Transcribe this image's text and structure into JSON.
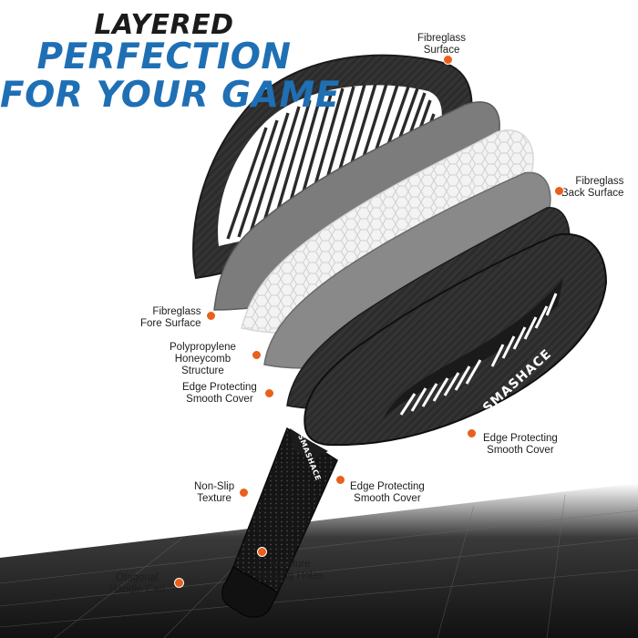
{
  "headline": {
    "line1": "LAYERED",
    "line2": "PERFECTION",
    "line3": "FOR YOUR GAME"
  },
  "brand": {
    "face_logo": "SMASHACE",
    "handle_logo": "SMASHACE"
  },
  "callouts": {
    "fibreglass_surface": [
      "Fibreglass",
      "Surface"
    ],
    "fibreglass_back": [
      "Fibreglass",
      "Back Surface"
    ],
    "fibreglass_fore": [
      "Fibreglass",
      "Fore Surface"
    ],
    "honeycomb": [
      "Polypropylene",
      "Honeycomb",
      "Structure"
    ],
    "edge_cover_left": [
      "Edge Protecting",
      "Smooth Cover"
    ],
    "edge_cover_right": [
      "Edge Protecting",
      "Smooth Cover"
    ],
    "non_slip": [
      "Non-Slip",
      "Texture"
    ],
    "edge_cover_handle": [
      "Edge Protecting",
      "Smooth Cover"
    ],
    "moisture": [
      "Moisture",
      "Wicking Holes"
    ],
    "handle_cap": [
      "Otagonal",
      "Handle Cap"
    ]
  },
  "colors": {
    "headline_dark": "#1b1b1b",
    "headline_accent": "#1f6fb4",
    "callout_dot": "#e8601c",
    "carbon": "#2a2a2a",
    "grey_layer": "#8c8c8c",
    "honeycomb": "#f2f2f2"
  }
}
